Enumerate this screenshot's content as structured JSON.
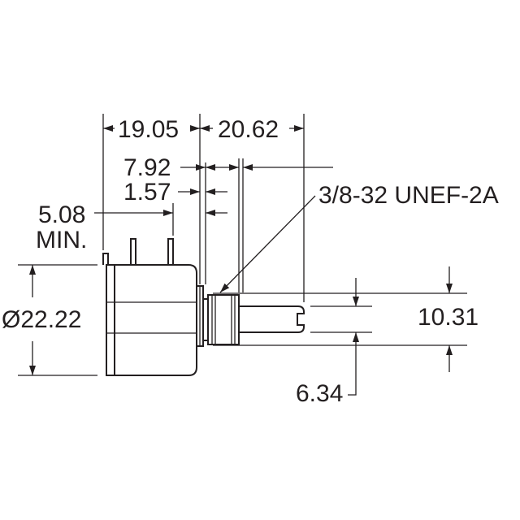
{
  "dimensions": {
    "body_depth": "19.05",
    "shaft_length": "20.62",
    "bushing_length": "7.92",
    "flange_thickness": "1.57",
    "terminal_length": "5.08",
    "terminal_length_note": "MIN.",
    "body_diameter": "Ø22.22",
    "bushing_diameter": "10.31",
    "shaft_diameter": "6.34"
  },
  "callouts": {
    "thread_spec": "3/8-32 UNEF-2A"
  },
  "colors": {
    "line": "#231f20",
    "background": "#ffffff"
  }
}
